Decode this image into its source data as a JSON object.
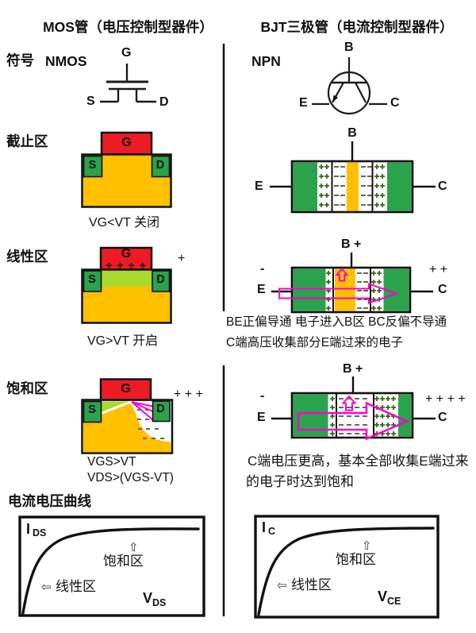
{
  "colors": {
    "red": "#ED1C24",
    "green": "#2AA34C",
    "light_green": "#A8DA2E",
    "yellow": "#FFC000",
    "magenta": "#FF00CC",
    "plus_green": "#3A661A",
    "dash_gray": "#66665A",
    "ink": "#111111"
  },
  "header": {
    "left": "MOS管（电压控制型器件）",
    "right": "BJT三极管（电流控制型器件）"
  },
  "mos": {
    "symbol_label": "符号",
    "symbol_name": "NMOS",
    "terminals": {
      "g": "G",
      "s": "S",
      "d": "D"
    },
    "cutoff": {
      "label": "截止区",
      "caption": "VG<VT 关闭"
    },
    "linear": {
      "label": "线性区",
      "gate_charges": "+ + + +",
      "side_charge": "+",
      "caption": "VG>VT 开启"
    },
    "saturation": {
      "label": "饱和区",
      "side_charge": "+ + +",
      "caption_line1": "VGS>VT",
      "caption_line2": "VDS>(VGS-VT)"
    },
    "curve_title": "电流电压曲线"
  },
  "bjt": {
    "symbol_name": "NPN",
    "terminals": {
      "b": "B",
      "e": "E",
      "c": "C"
    },
    "active": {
      "b_charge": "B +",
      "e_charge": "-",
      "c_charge": "+ +",
      "note_line1": "BE正偏导通  电子进入B区  BC反偏不导通",
      "note_line2": "C端高压收集部分E端过来的电子"
    },
    "saturation": {
      "b_charge": "B +",
      "e_charge": "-",
      "c_charge": "+ + + +",
      "note_line1": "C端电压更高，基本全部收集E端过来",
      "note_line2": "的电子时达到饱和"
    }
  },
  "charts": {
    "left": {
      "y_sym": "I",
      "y_sub": "DS",
      "x_sym": "V",
      "x_sub": "DS",
      "sat_label": "饱和区",
      "lin_label": "线性区",
      "up_arrow": "⇧",
      "left_arrow": "⇦"
    },
    "right": {
      "y_sym": "I",
      "y_sub": "C",
      "x_sym": "V",
      "x_sub": "CE",
      "sat_label": "饱和区",
      "lin_label": "线性区",
      "up_arrow": "⇧",
      "left_arrow": "⇦"
    }
  }
}
